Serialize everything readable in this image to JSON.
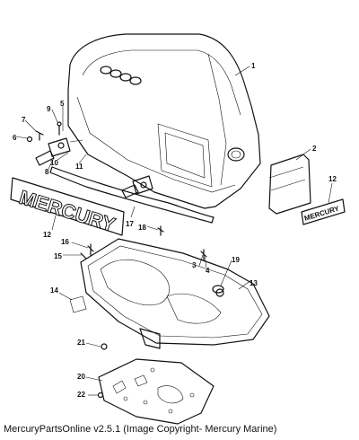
{
  "callouts": {
    "c1": "1",
    "c2": "2",
    "c3": "3",
    "c4": "4",
    "c5": "5",
    "c6": "6",
    "c7": "7",
    "c8": "8",
    "c9": "9",
    "c10": "10",
    "c11": "11",
    "c12a": "12",
    "c12b": "12",
    "c13": "13",
    "c14": "14",
    "c15": "15",
    "c16": "16",
    "c17": "17",
    "c18": "18",
    "c19": "19",
    "c20": "20",
    "c21": "21",
    "c22": "22"
  },
  "decals": {
    "large": "MERCURY",
    "small": "MERCURY"
  },
  "caption": "MercuryPartsOnline v2.5.1 (Image Copyright- Mercury Marine)"
}
